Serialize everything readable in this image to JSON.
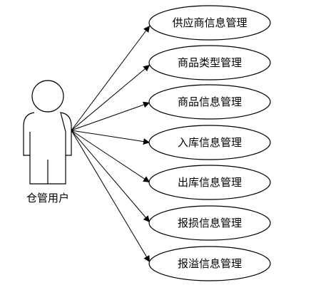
{
  "actor": {
    "label": "仓管用户"
  },
  "use_cases": [
    {
      "label": "供应商信息管理"
    },
    {
      "label": "商品类型管理"
    },
    {
      "label": "商品信息管理"
    },
    {
      "label": "入库信息管理"
    },
    {
      "label": "出库信息管理"
    },
    {
      "label": "报损信息管理"
    },
    {
      "label": "报溢信息管理"
    }
  ]
}
